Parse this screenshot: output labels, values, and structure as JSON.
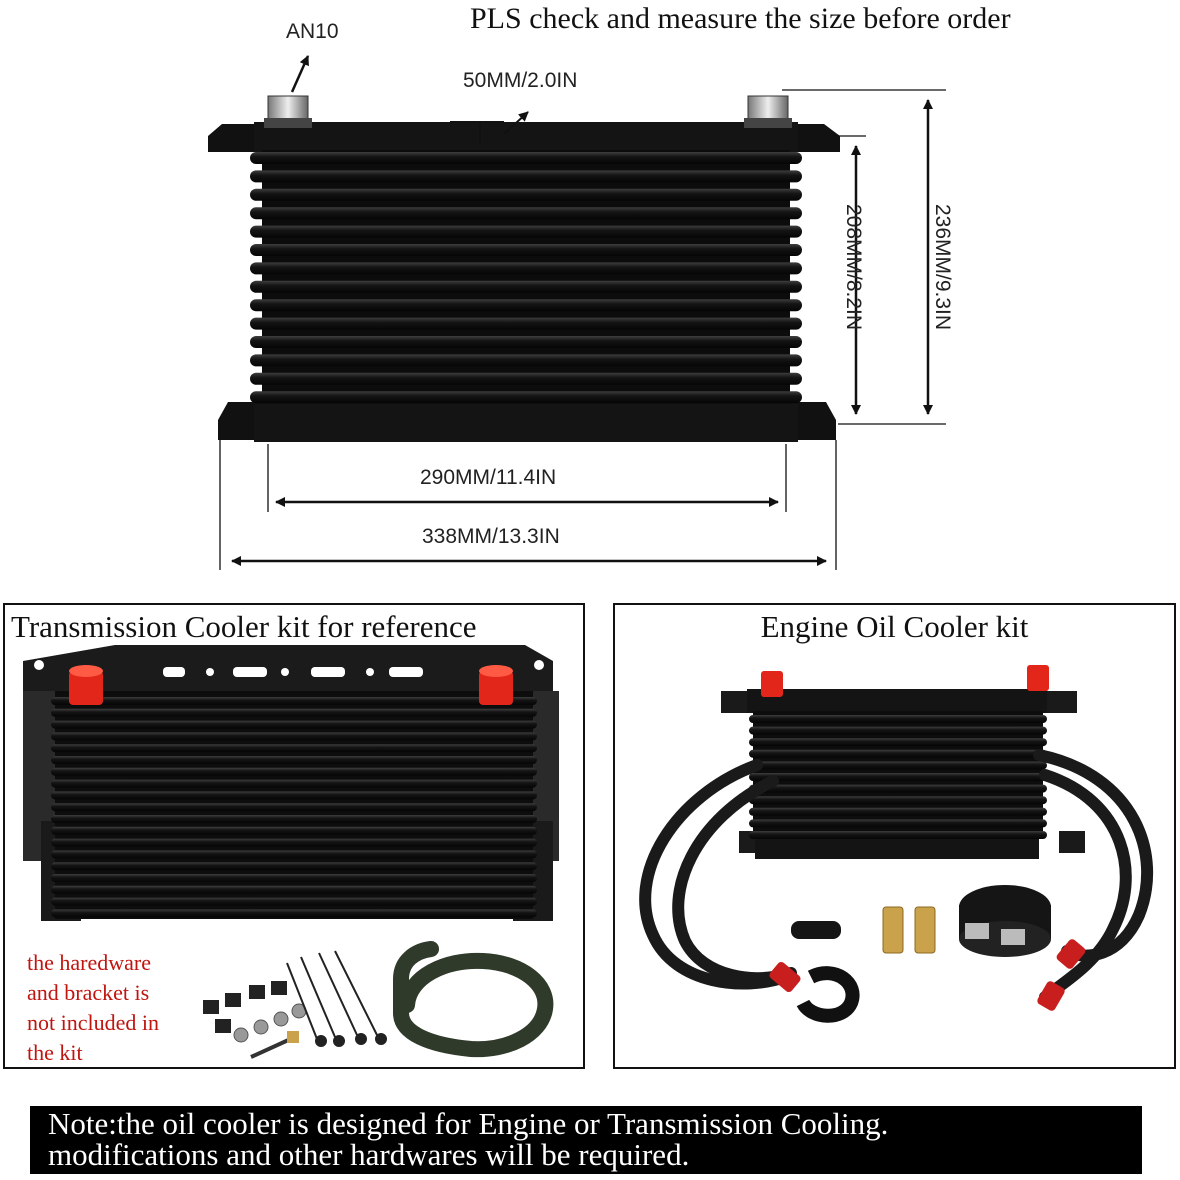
{
  "headline": "PLS check and measure the size before order",
  "dimensions": {
    "fitting": "AN10",
    "tube_width": "50MM/2.0IN",
    "core_height": "208MM/8.2IN",
    "total_height": "236MM/9.3IN",
    "core_width": "290MM/11.4IN",
    "total_width": "338MM/13.3IN"
  },
  "panels": {
    "left_title": "Transmission Cooler kit for reference",
    "left_note_lines": [
      "the haredware",
      "and bracket is",
      "not included in",
      "the kit"
    ],
    "right_title": "Engine Oil Cooler kit"
  },
  "note": {
    "line1": "Note:the oil cooler is designed for Engine or Transmission Cooling.",
    "line2": "modifications and other hardwares will be required."
  },
  "colors": {
    "cooler_body": "#141414",
    "fin_highlight": "#3a3a3a",
    "cap_red": "#e3261a",
    "hose_black": "#1a1a1a",
    "fitting_red": "#c81e1e",
    "brass": "#c9a24b",
    "hose_green": "#2f3a2a",
    "note_text_red": "#c0140f"
  }
}
